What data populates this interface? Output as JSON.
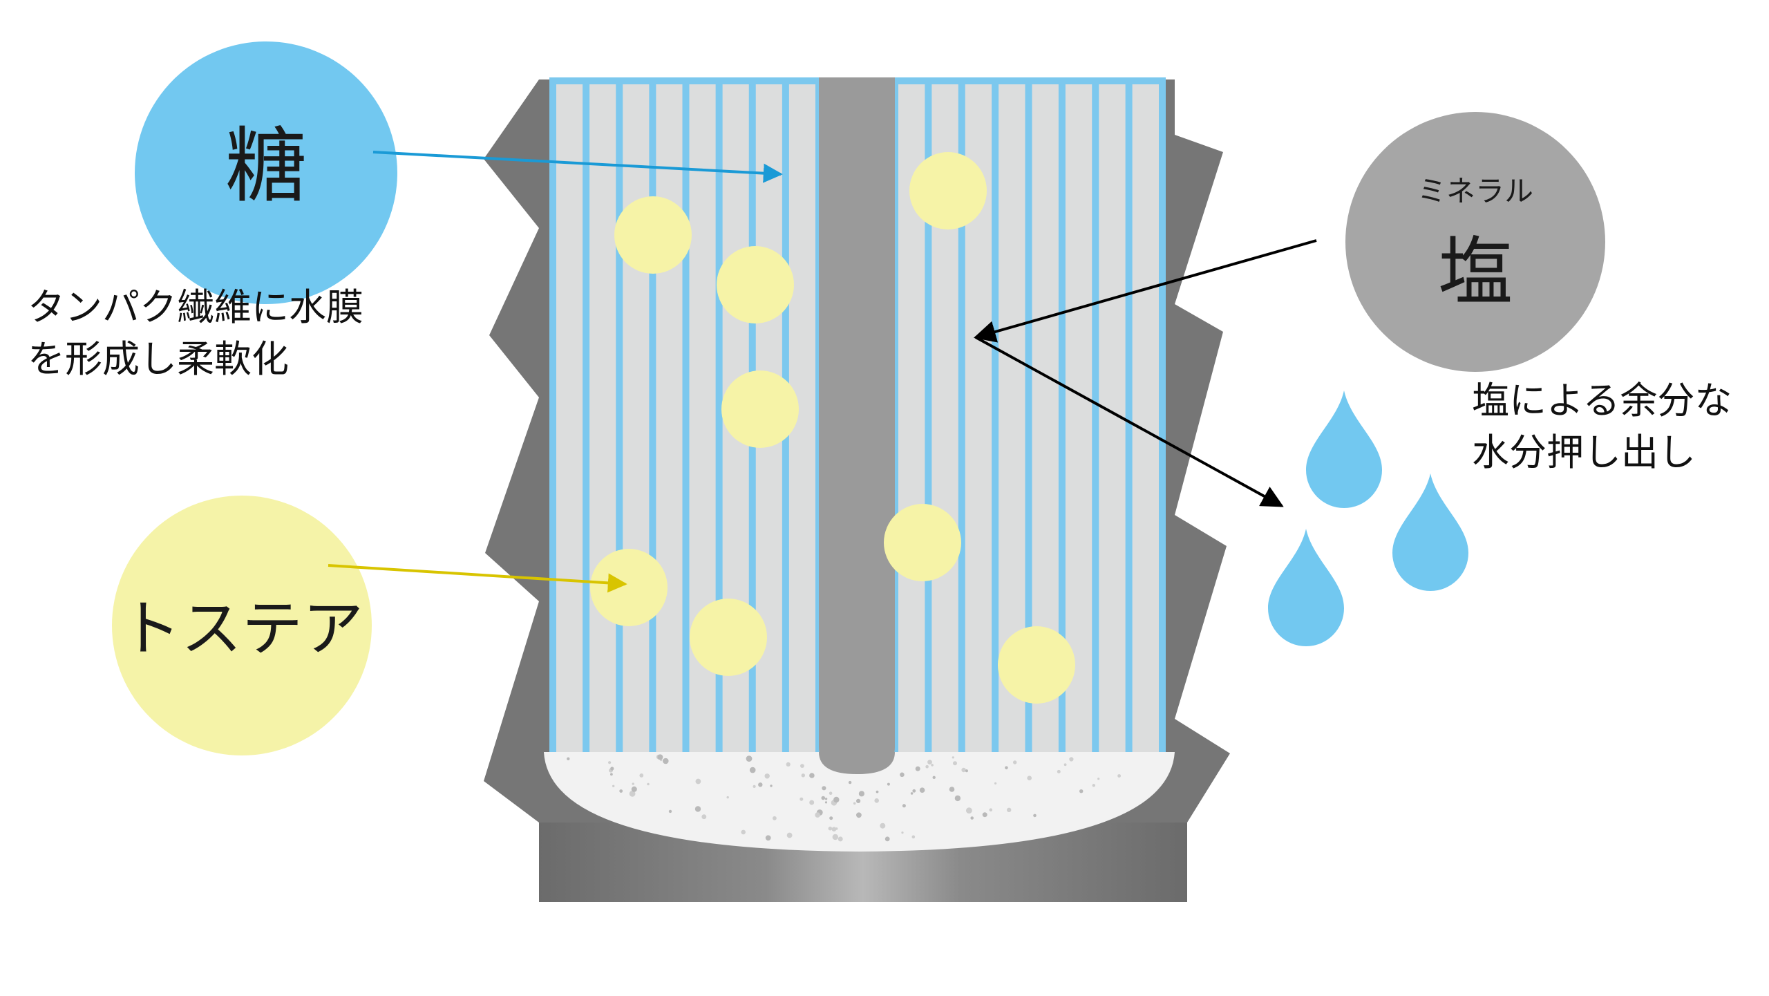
{
  "sugar": {
    "circle_label": "糖",
    "caption_line1": "タンパク繊維に水膜",
    "caption_line2": "を形成し柔軟化",
    "color": "#72c8f0"
  },
  "tostea": {
    "circle_label": "トステア",
    "color": "#f5f3a8"
  },
  "salt": {
    "sub_label": "ミネラル",
    "circle_label": "塩",
    "caption_line1": "塩による余分な",
    "caption_line2": "水分押し出し",
    "color": "#a6a6a6"
  },
  "colors": {
    "fiber_line": "#7cc8ee",
    "fiber_gap": "#dcdddd",
    "core": "#9a9a9a",
    "outer": "#767676",
    "particle": "#f6f3a7",
    "water": "#72c8f0"
  }
}
